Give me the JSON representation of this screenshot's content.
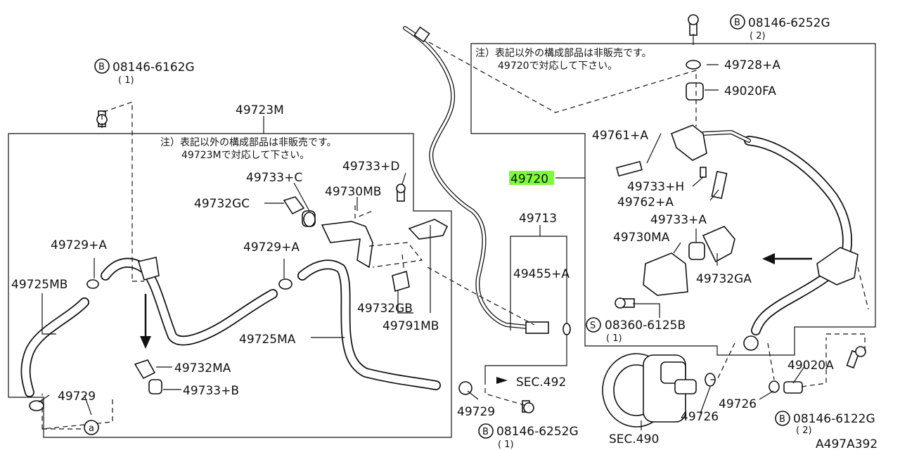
{
  "diagram": {
    "callout_highlight_color": "#7CFC3A",
    "line_color": "#111111",
    "notes": {
      "left_line1": "注）表記以外の構成部品は非販売です。",
      "left_line2": "49723Mで対応して下さい。",
      "right_line1": "注）表記以外の構成部品は非販売です。",
      "right_line2": "49720で対応して下さい。"
    },
    "labels": {
      "l49723M": "49723M",
      "b08146_6162G": "08146-6162G",
      "b08146_6162G_qty": "( 1)",
      "l49733C": "49733+C",
      "l49733D": "49733+D",
      "l49730MB": "49730MB",
      "l49732GC": "49732GC",
      "l49729A_left": "49729+A",
      "l49729A_mid": "49729+A",
      "l49725MB": "49725MB",
      "l49732GB": "49732GB",
      "l49791MB": "49791MB",
      "l49725MA": "49725MA",
      "l49732MA": "49732MA",
      "l49733B": "49733+B",
      "l49729_left": "49729",
      "circle_a": "a",
      "l49729_mid": "49729",
      "sec492": "SEC.492",
      "b08146_6252G_bottom": "08146-6252G",
      "b08146_6252G_bottom_qty": "( 1)",
      "l49713": "49713",
      "l49455A": "49455+A",
      "l49720": "49720",
      "b08146_6252G_top": "08146-6252G",
      "b08146_6252G_top_qty": "( 2)",
      "l49728A": "49728+A",
      "l49020FA": "49020FA",
      "l49761A": "49761+A",
      "l49733H": "49733+H",
      "l49762A": "49762+A",
      "l49733A": "49733+A",
      "l49730MA": "49730MA",
      "l49732GA": "49732GA",
      "s08360_6125B": "08360-6125B",
      "s08360_6125B_qty": "( 1)",
      "l49020A": "49020A",
      "l49726_a": "49726",
      "l49726_b": "49726",
      "sec490": "SEC.490",
      "b08146_6122G": "08146-6122G",
      "b08146_6122G_qty": "( 2)",
      "ref_code": "A497A392",
      "circle_B": "B",
      "circle_S": "S"
    }
  }
}
